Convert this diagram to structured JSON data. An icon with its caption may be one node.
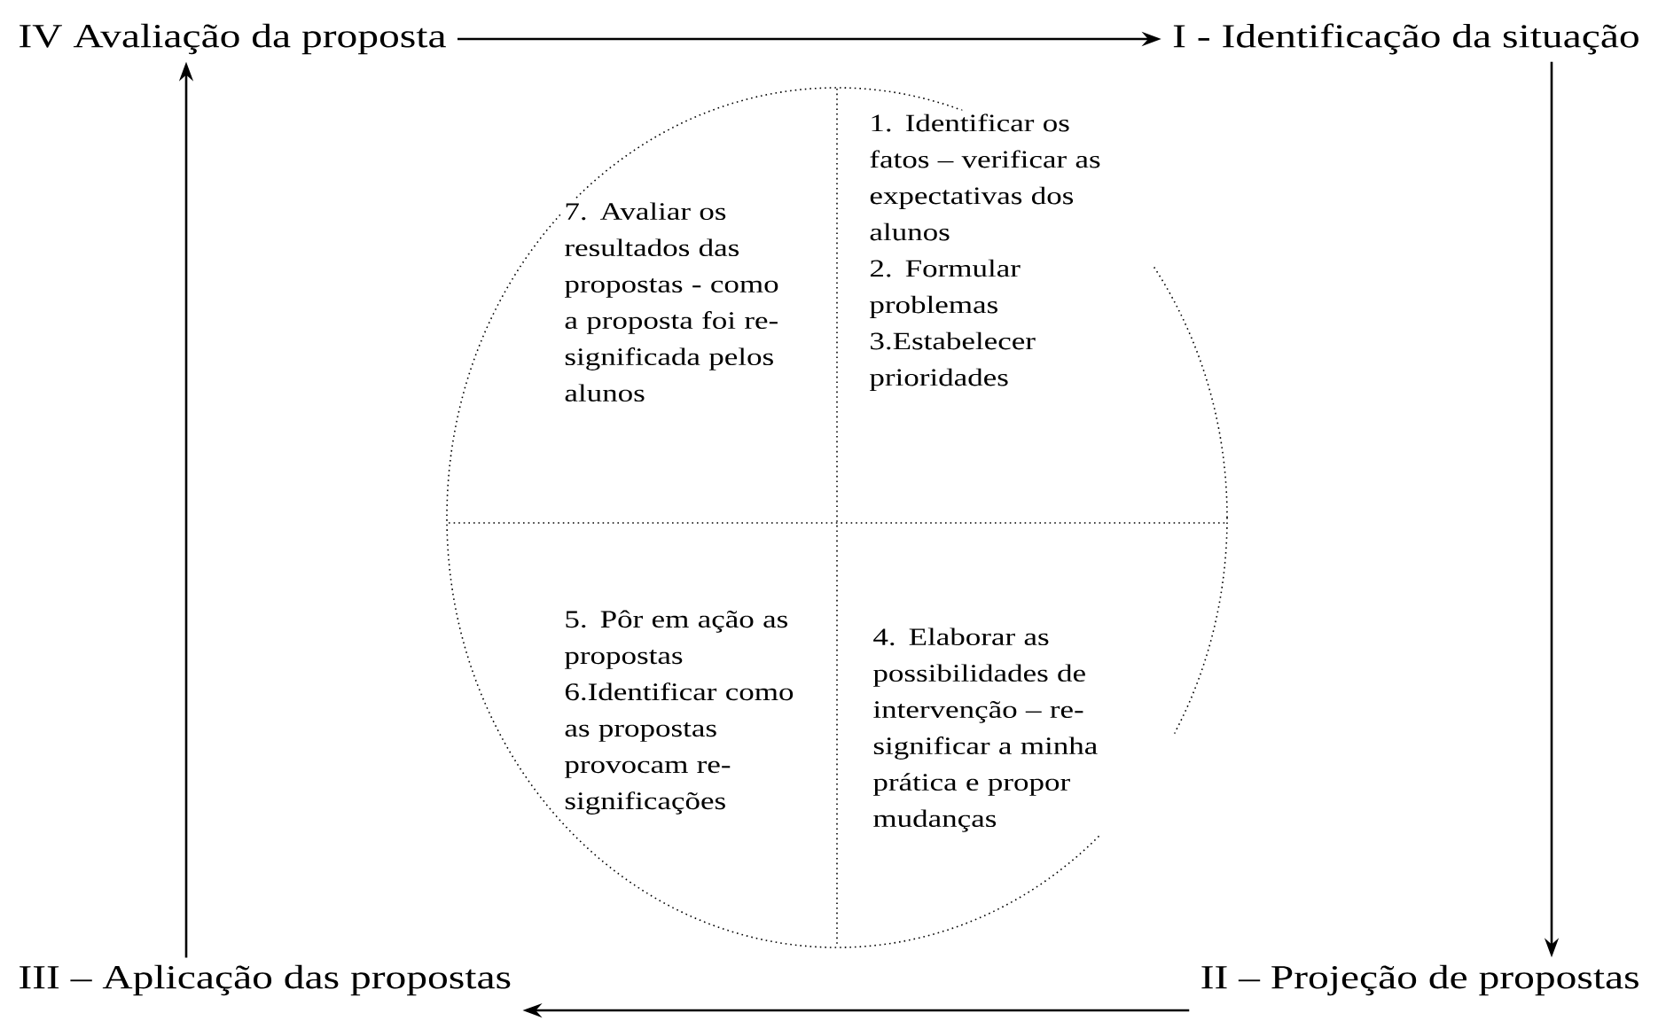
{
  "diagram": {
    "nodes": [
      {
        "text": [
          "IV Avaliação da proposta"
        ]
      },
      {
        "text": [
          "I - Identificação da situação"
        ]
      },
      {
        "text": [],
        "shape": "circle"
      },
      {
        "text": [
          "7. Avaliar os resultados das propostas - como a proposta foi re-significada pelos alunos"
        ],
        "in": 2
      },
      {
        "text": [
          "1. Identificar os fatos – verificar as expectativas dos alunos",
          "2. Formular problemas",
          "3.Estabelecer prioridades"
        ],
        "in": 2
      },
      {
        "text": [
          "5. Pôr em ação as propostas",
          "6.Identificar como as propostas provocam re-significações"
        ],
        "in": 2
      },
      {
        "text": [
          "4. Elaborar as possibilidades de intervenção – re-significar a minha prática e propor mudanças"
        ],
        "in": 2
      },
      {
        "text": [
          "III – Aplicação das propostas"
        ]
      },
      {
        "text": [
          "II – Projeção de propostas"
        ]
      }
    ],
    "edges": [
      {
        "from": 0,
        "to": 1,
        "arrow": "to"
      },
      {
        "from": 1,
        "to": 8,
        "arrow": "to"
      },
      {
        "from": 8,
        "to": 7,
        "arrow": "to"
      },
      {
        "from": 7,
        "to": 0,
        "arrow": "to"
      }
    ]
  }
}
